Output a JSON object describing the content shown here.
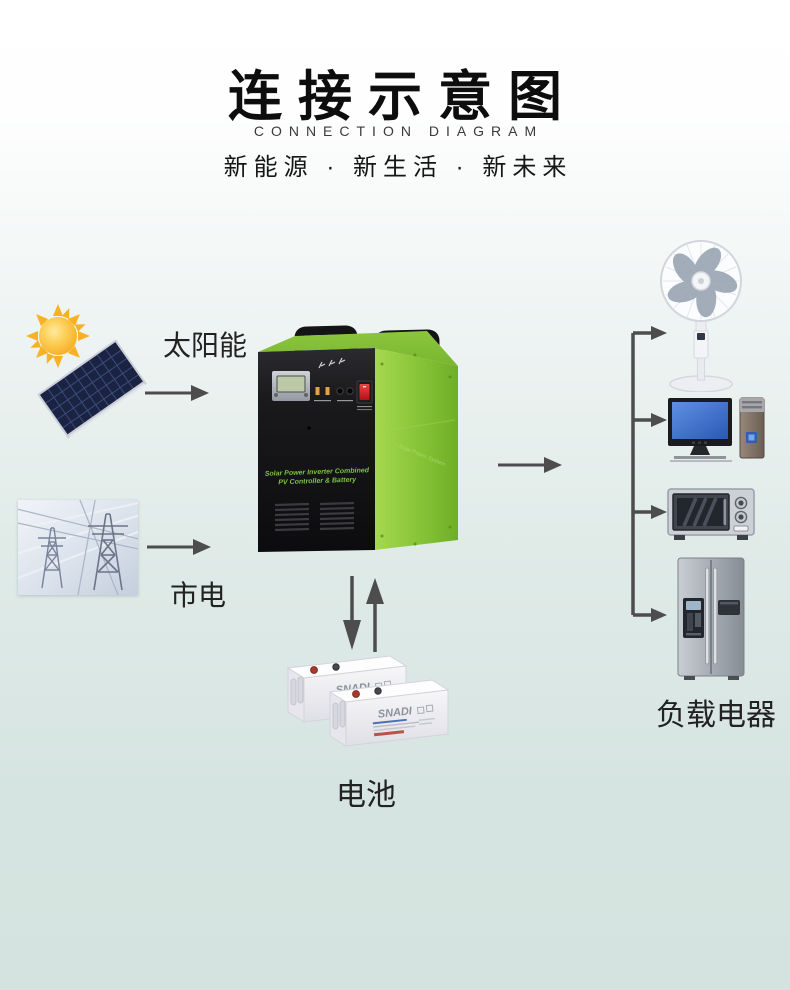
{
  "header": {
    "title": "连接示意图",
    "subtitle": "CONNECTION DIAGRAM",
    "tagline": "新能源 · 新生活 · 新未来"
  },
  "nodes": {
    "solar": {
      "label": "太阳能"
    },
    "mains": {
      "label": "市电"
    },
    "inverter": {
      "front_text_line1": "Solar Power Inverter Combined",
      "front_text_line2": "PV Controller & Battery"
    },
    "battery": {
      "label": "电池",
      "brand": "SNADI"
    },
    "loads": {
      "label": "负载电器"
    }
  },
  "colors": {
    "background_bottom": "#d5e3e0",
    "arrow": "#4d4d4d",
    "inverter_green": "#7fbc2e",
    "inverter_text_green": "#7dc242",
    "screen_blue": "#3f6fd1",
    "sun_yellow": "#f7a823",
    "panel_navy": "#1a2342"
  }
}
